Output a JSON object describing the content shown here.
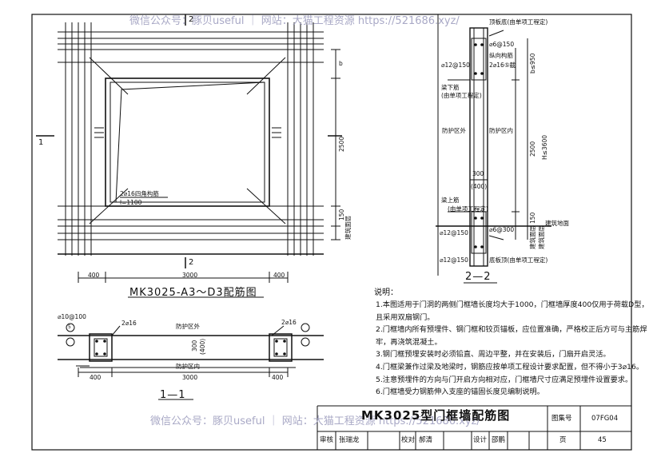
{
  "watermark": {
    "top": "微信公众号：豚贝useful ｜ 网站：大猫工程资源 https://521686.xyz/",
    "bottom": "微信公众号：豚贝useful ｜ 网站：大猫工程资源 https://521686.xyz/"
  },
  "elevation": {
    "title": "MK3025-A3～D3配筋图",
    "section_mark_top": "2",
    "section_mark_bottom": "2",
    "section_mark_left": "1",
    "dim_width": "3000",
    "dim_left": "400",
    "dim_right": "400",
    "dim_b": "b",
    "dim_height": "2500",
    "dim_150": "150",
    "note_bar": "2⌀16四角构筋",
    "note_len": "l=1100",
    "ground_label": "建筑面层"
  },
  "section22": {
    "title": "2—2",
    "labels": {
      "top_plate": "顶板底(由单项工程定)",
      "phi6": "⌀6@150",
      "long_bar": "纵向构筋",
      "long_bar2": "2⌀16⑤截",
      "phi12": "⌀12@150",
      "beam_low": "梁下筋",
      "beam_low2": "(由单项工程定)",
      "protect_out": "防护区外",
      "protect_in": "防护区内",
      "w300": "300",
      "w400": "(400)",
      "beam_up": "梁上筋",
      "beam_up2": "(由单项工程定)",
      "phi12b": "⌀12@150",
      "phi6b": "⌀6@300",
      "phi12c": "⌀12@150",
      "bottom_plate": "底板顶(由单项工程定)",
      "ground": "建筑地面",
      "ground2": "建筑面层",
      "ground3": "建筑面层",
      "b950": "b≤950",
      "h2500": "2500",
      "h3600": "H≤3600",
      "d150": "150"
    }
  },
  "section11": {
    "title": "1—1",
    "labels": {
      "phi10": "⌀10@100",
      "bar216": "2⌀16",
      "bar216b": "2⌀16",
      "protect_out": "防护区外",
      "protect_in": "防护区内",
      "d300": "300",
      "d400": "(400)",
      "dim3000": "3000",
      "dim_left": "400",
      "dim_right": "400",
      "circ5": "5"
    }
  },
  "notes": {
    "title": "说明：",
    "items": [
      "1.本图适用于门洞的两侧门框墙长度均大于1000，门框墙厚度400仅用于荷载D型，",
      "   且采用双扇钢门。",
      "2.门框墙内所有预埋件、钢门框和铰页锚板，应位置准确，严格校正后方可与主筋焊",
      "   牢，再浇筑混凝土。",
      "3.钢门框预埋安装时必须铅直、周边平整，并在安装后，门扇开启灵活。",
      "4.门框梁兼作过梁及地梁时，钢筋应按单项工程设计要求配置，但不得小于3⌀16。",
      "5.注意预埋件的方向与门开启方向相对应，门框墙尺寸应满足预埋件设置要求。",
      "6.门框墙受力钢筋伸入支座的锚固长度见编制说明。"
    ]
  },
  "titleblock": {
    "sheet_title": "MK3025型门框墙配筋图",
    "atlas_label": "图集号",
    "atlas_no": "07FG04",
    "row": [
      "审核",
      "张瑞龙",
      "校对",
      "郝清",
      "设计",
      "邵鹏",
      "页",
      "45"
    ]
  }
}
